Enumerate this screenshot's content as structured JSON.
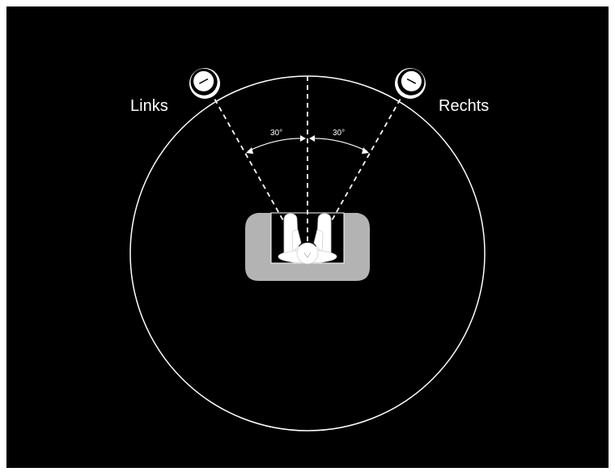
{
  "labels": {
    "left": "Links",
    "right": "Rechts",
    "angle_left": "30°",
    "angle_right": "30°"
  },
  "colors": {
    "background": "#000000",
    "lines": "#ffffff",
    "sofa": "#b3b3b3",
    "figures": "#ffffff"
  },
  "icons": {
    "left_speaker": "speaker-icon",
    "right_speaker": "speaker-icon",
    "listeners": "seated-listeners-icon"
  }
}
